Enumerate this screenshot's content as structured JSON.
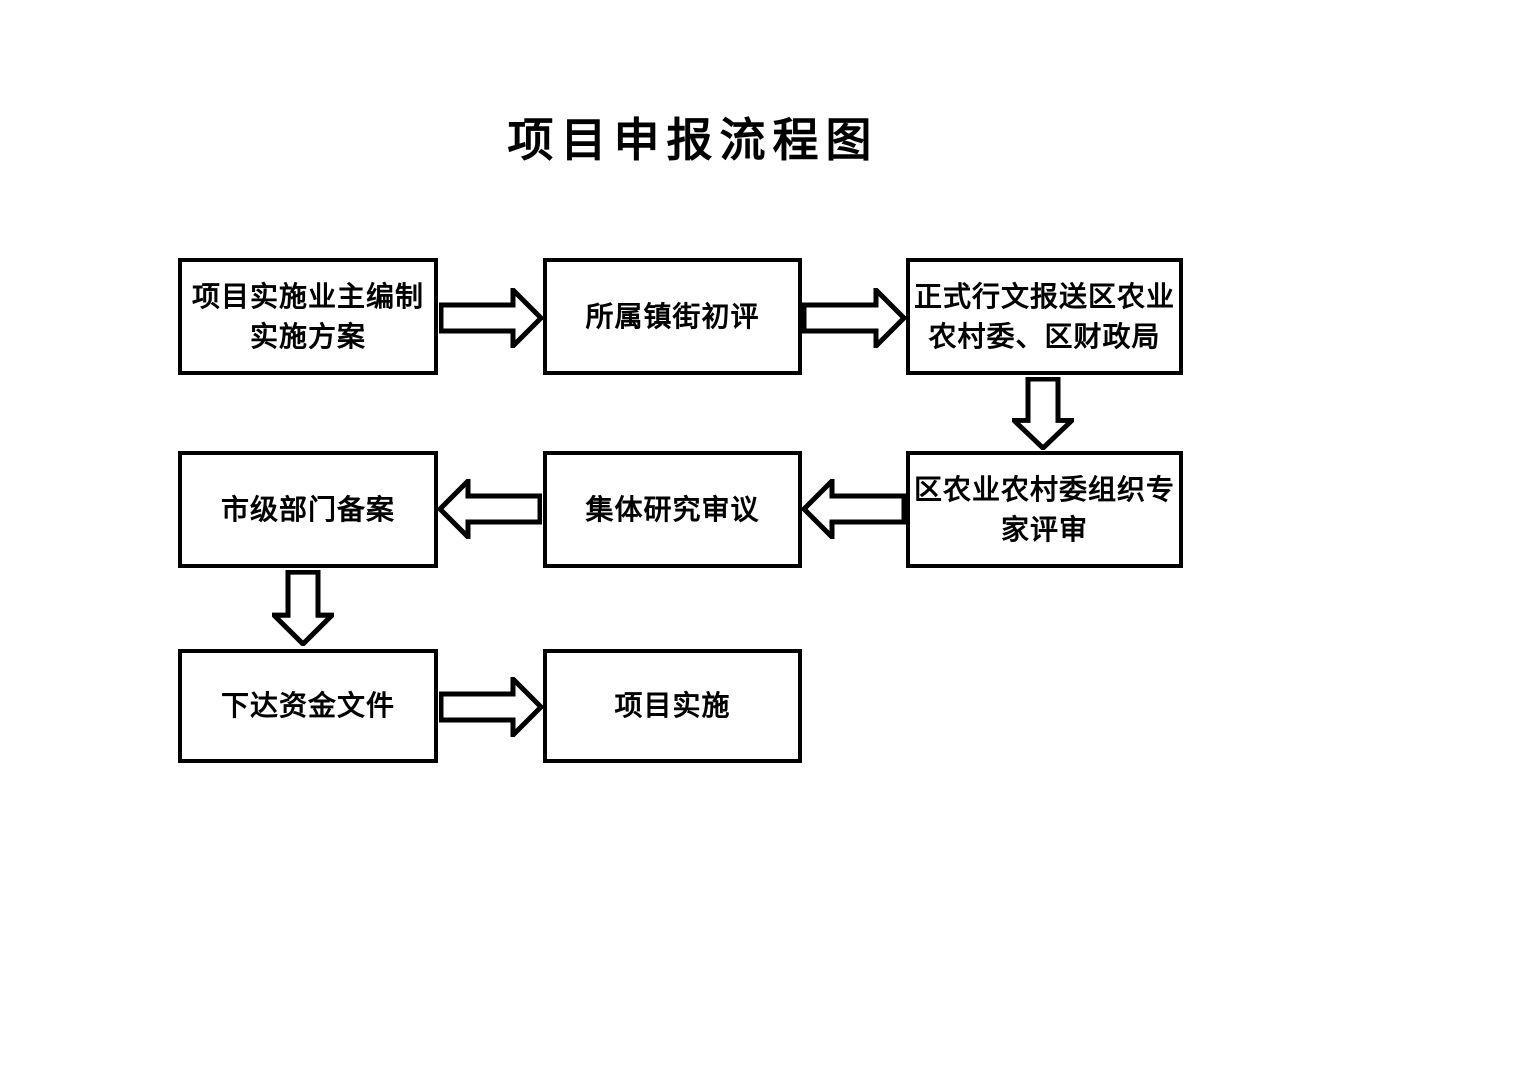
{
  "title": "项目申报流程图",
  "flow": {
    "boxes": [
      {
        "id": "plan",
        "label": "项目实施业主编制\n实施方案"
      },
      {
        "id": "town-review",
        "label": "所属镇街初评"
      },
      {
        "id": "formal-submit",
        "label": "正式行文报送区农业\n农村委、区财政局"
      },
      {
        "id": "expert-review",
        "label": "区农业农村委组织专\n家评审"
      },
      {
        "id": "collective",
        "label": "集体研究审议"
      },
      {
        "id": "municipal",
        "label": "市级部门备案"
      },
      {
        "id": "issue-funds",
        "label": "下达资金文件"
      },
      {
        "id": "implementation",
        "label": "项目实施"
      }
    ],
    "connections": [
      {
        "from": "plan",
        "to": "town-review",
        "direction": "right"
      },
      {
        "from": "town-review",
        "to": "formal-submit",
        "direction": "right"
      },
      {
        "from": "formal-submit",
        "to": "expert-review",
        "direction": "down"
      },
      {
        "from": "expert-review",
        "to": "collective",
        "direction": "left"
      },
      {
        "from": "collective",
        "to": "municipal",
        "direction": "left"
      },
      {
        "from": "municipal",
        "to": "issue-funds",
        "direction": "down"
      },
      {
        "from": "issue-funds",
        "to": "implementation",
        "direction": "right"
      }
    ],
    "colors": {
      "background": "#ffffff",
      "box_fill": "#ffffff",
      "box_border": "#000000",
      "text": "#000000"
    }
  }
}
